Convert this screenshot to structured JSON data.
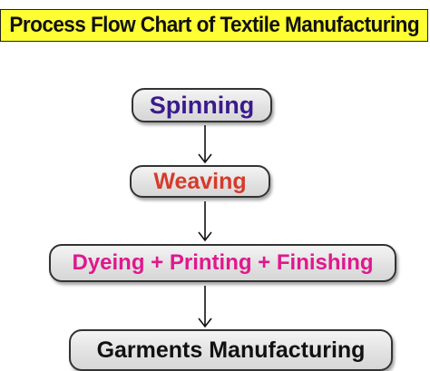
{
  "title": "Process Flow Chart of Textile Manufacturing",
  "colors": {
    "title_background": "#ffff33",
    "spinning": "#3a1a8c",
    "weaving": "#d63a2a",
    "dyeing": "#e0188c",
    "garments": "#111111"
  },
  "steps": [
    {
      "label": "Spinning"
    },
    {
      "label": "Weaving"
    },
    {
      "label": "Dyeing + Printing + Finishing"
    },
    {
      "label": "Garments Manufacturing"
    }
  ]
}
